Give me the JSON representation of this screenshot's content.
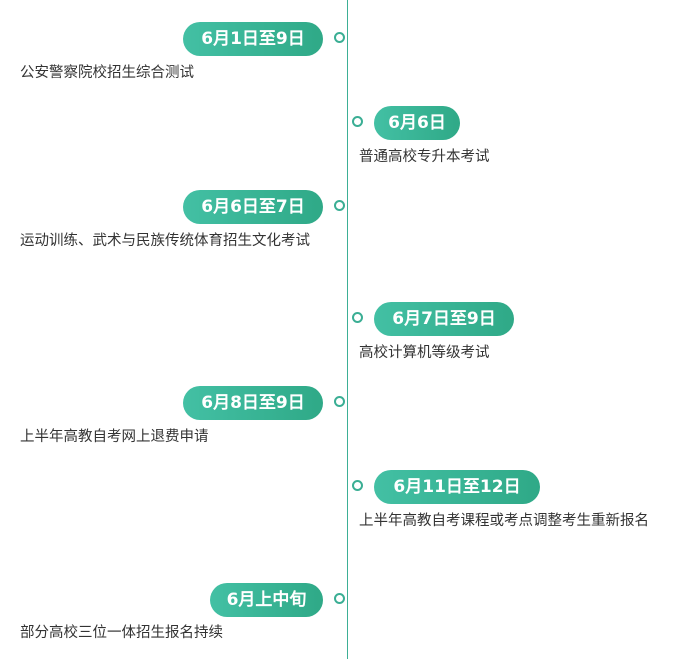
{
  "events": [
    {
      "date": "6月1日至9日",
      "text": "公安警察院校招生综合测试"
    },
    {
      "date": "6月6日",
      "text": "普通高校专升本考试"
    },
    {
      "date": "6月6日至7日",
      "text": "运动训练、武术与民族传统体育招生文化考试"
    },
    {
      "date": "6月7日至9日",
      "text": "高校计算机等级考试"
    },
    {
      "date": "6月8日至9日",
      "text": "上半年高教自考网上退费申请"
    },
    {
      "date": "6月11日至12日",
      "text": "上半年高教自考课程或考点调整考生重新报名"
    },
    {
      "date": "6月上中旬",
      "text": "部分高校三位一体招生报名持续"
    }
  ],
  "colors": {
    "accent": "#3aae94",
    "text": "#333333"
  }
}
